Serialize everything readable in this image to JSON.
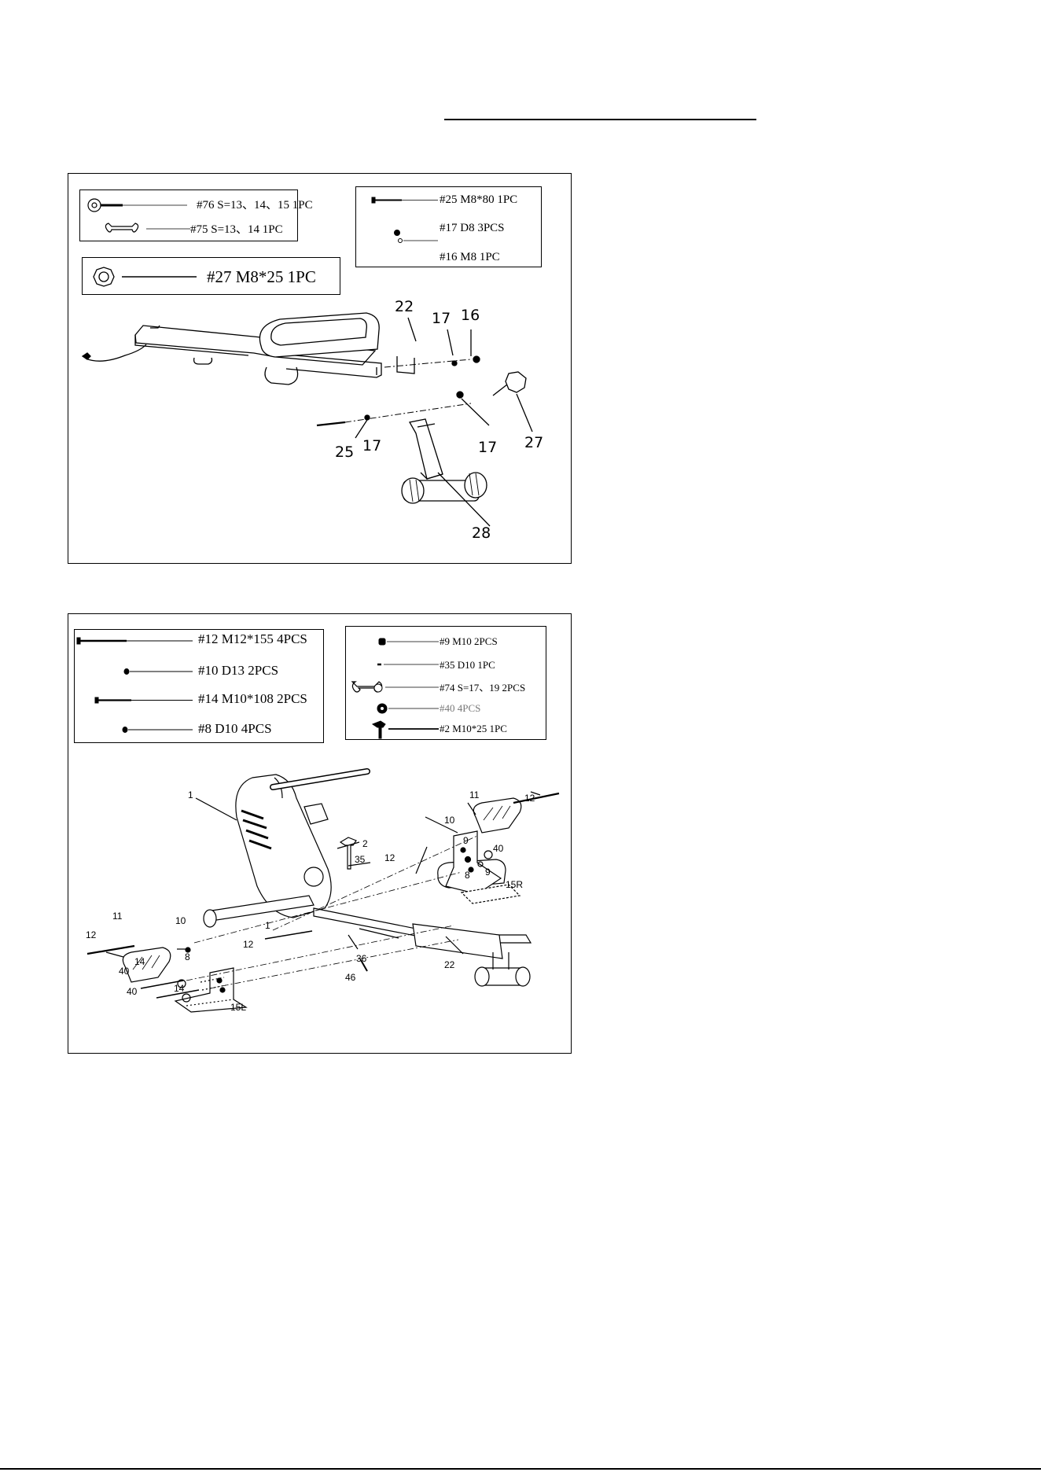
{
  "step1": {
    "tools": {
      "wrench76": "#76 S=13、14、15 1PC",
      "wrench75": "#75 S=13、14 1PC"
    },
    "knob": "#27 M8*25 1PC",
    "hardware": {
      "bolt25": "#25 M8*80 1PC",
      "washer17": "#17 D8 3PCS",
      "nut16": "#16 M8 1PC"
    },
    "callouts": [
      "22",
      "17",
      "16",
      "25",
      "17",
      "17",
      "27",
      "28"
    ]
  },
  "step2": {
    "hardware_left": {
      "bolt12": "#12 M12*155 4PCS",
      "washer10": "#10 D13 2PCS",
      "bolt14": "#14 M10*108 2PCS",
      "washer8": "#8 D10 4PCS"
    },
    "hardware_right": {
      "nut9": "#9 M10 2PCS",
      "washer35": "#35 D10 1PC",
      "wrench74": "#74 S=17、19 2PCS",
      "cap40": "#40 4PCS",
      "knob2": "#2 M10*25 1PC"
    },
    "callouts": [
      "1",
      "11",
      "12",
      "10",
      "9",
      "40",
      "8",
      "9",
      "15R",
      "2",
      "35",
      "12",
      "11",
      "10",
      "12",
      "1",
      "12",
      "14",
      "8",
      "40",
      "40",
      "14",
      "15L",
      "36",
      "46",
      "22"
    ]
  }
}
